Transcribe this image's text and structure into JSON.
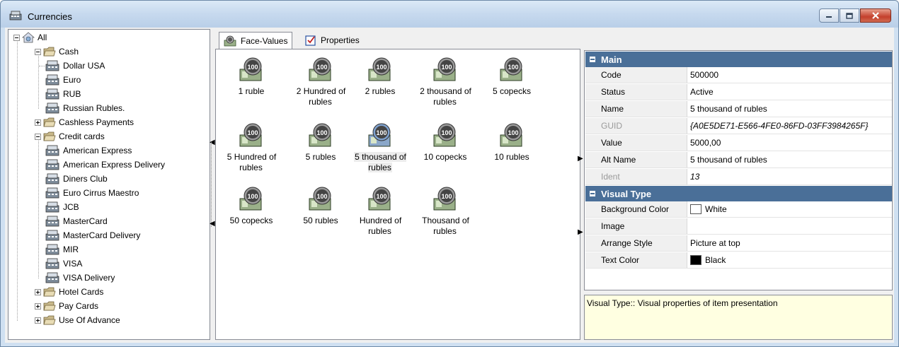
{
  "window": {
    "title": "Currencies"
  },
  "tree": {
    "root": "All",
    "cash": {
      "label": "Cash",
      "children": [
        "Dollar USA",
        "Euro",
        "RUB",
        "Russian Rubles."
      ]
    },
    "cashless": "Cashless Payments",
    "credit": {
      "label": "Credit cards",
      "children": [
        "American Express",
        "American Express Delivery",
        "Diners Club",
        "Euro Cirrus Maestro",
        "JCB",
        "MasterCard",
        "MasterCard Delivery",
        "MIR",
        "VISA",
        "VISA Delivery"
      ]
    },
    "hotel": "Hotel Cards",
    "pay": "Pay Cards",
    "advance": "Use Of Advance"
  },
  "tabs": {
    "face_values": "Face-Values",
    "properties": "Properties"
  },
  "face_values": [
    "1 ruble",
    "2 Hundred of rubles",
    "2 rubles",
    "2 thousand of rubles",
    "5 copecks",
    "5 Hundred of rubles",
    "5 rubles",
    "5 thousand of rubles",
    "10 copecks",
    "10 rubles",
    "50 copecks",
    "50 rubles",
    "Hundred of rubles",
    "Thousand of rubles"
  ],
  "coin_label": "100",
  "properties": {
    "main_category": "Main",
    "code": {
      "key": "Code",
      "value": "500000"
    },
    "status": {
      "key": "Status",
      "value": "Active"
    },
    "name": {
      "key": "Name",
      "value": "5 thousand of rubles"
    },
    "guid": {
      "key": "GUID",
      "value": "{A0E5DE71-E566-4FE0-86FD-03FF3984265F}"
    },
    "value": {
      "key": "Value",
      "value": "5000,00"
    },
    "alt_name": {
      "key": "Alt Name",
      "value": "5 thousand of rubles"
    },
    "ident": {
      "key": "Ident",
      "value": "13"
    },
    "visual_category": "Visual Type",
    "bg_color": {
      "key": "Background Color",
      "value": "White",
      "swatch": "#ffffff"
    },
    "image": {
      "key": "Image",
      "value": ""
    },
    "arrange": {
      "key": "Arrange Style",
      "value": "Picture at top"
    },
    "text_color": {
      "key": "Text Color",
      "value": "Black",
      "swatch": "#000000"
    }
  },
  "description": "Visual Type:: Visual properties of item presentation",
  "colors": {
    "category_header": "#4a6f98",
    "description_bg": "#ffffe1",
    "close_button": "#c4402c"
  }
}
